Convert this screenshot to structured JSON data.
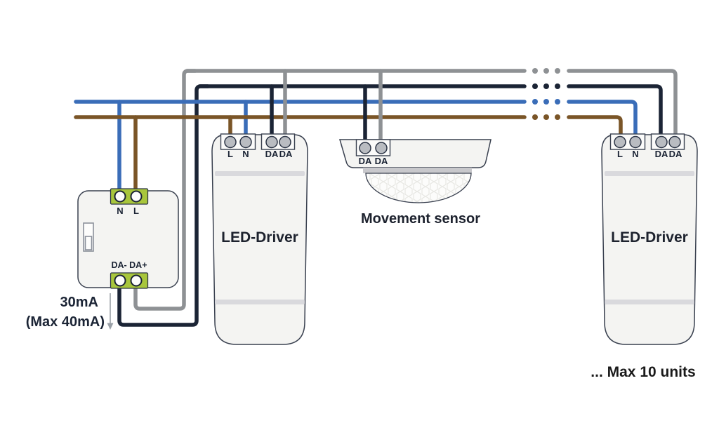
{
  "colors": {
    "live_brown": "#7a5527",
    "neutral_blue": "#3a6db8",
    "dali_minus_navy": "#1b2435",
    "dali_plus_gray": "#8e9194"
  },
  "psu": {
    "terminals_top": [
      "N",
      "L"
    ],
    "terminals_bottom_label": "DA- DA+",
    "current_label": "30mA",
    "current_max_label": "(Max 40mA)"
  },
  "drivers": [
    {
      "label": "LED-Driver",
      "terminals": [
        "L",
        "N",
        "DA",
        "DA"
      ]
    },
    {
      "label": "LED-Driver",
      "terminals": [
        "L",
        "N",
        "DA",
        "DA"
      ]
    }
  ],
  "sensor": {
    "label": "Movement sensor",
    "terminals": [
      "DA",
      "DA"
    ]
  },
  "note": "... Max 10 units"
}
